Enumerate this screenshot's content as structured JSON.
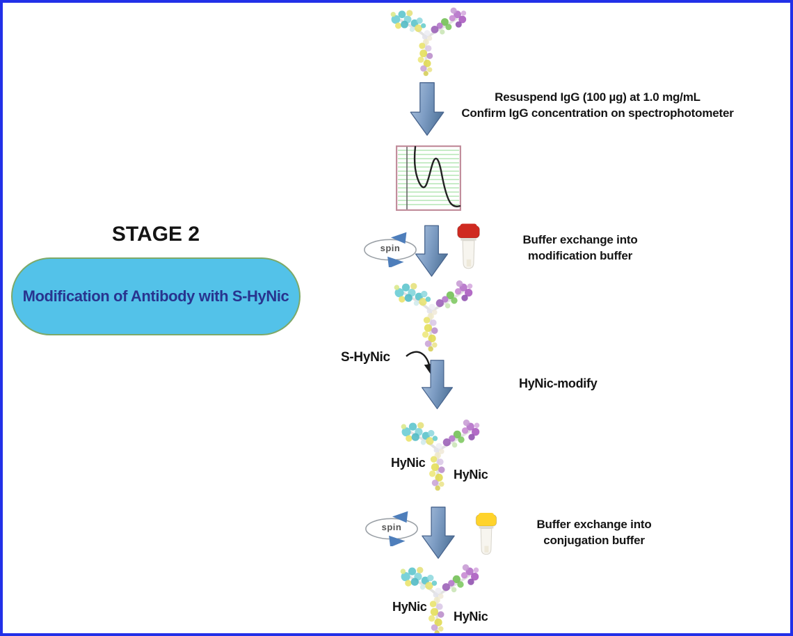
{
  "page": {
    "border_color": "#2230e8",
    "background": "#ffffff"
  },
  "stage": {
    "title": "STAGE 2",
    "banner_text": "Modification of Antibody with S-HyNic",
    "banner_fill": "#53C2E9",
    "banner_border_color": "#7DA968",
    "banner_text_color": "#28348F"
  },
  "flow": {
    "step1": {
      "line1": "Resuspend IgG (100 µg) at 1.0 mg/mL",
      "line2": "Confirm IgG concentration on spectrophotometer"
    },
    "step2": {
      "line1": "Buffer exchange into",
      "line2": "modification buffer"
    },
    "step3": {
      "reagent": "S-HyNic",
      "label": "HyNic-modify"
    },
    "step4": {
      "line1": "Buffer exchange into",
      "line2": "conjugation buffer"
    }
  },
  "labels": {
    "spin": "spin",
    "hynic": "HyNic"
  },
  "colors": {
    "arrow_fill_light": "#A9C0DC",
    "arrow_fill_dark": "#5C80AE",
    "arrow_stroke": "#49658E",
    "tube_cap_red": "#CF2A21",
    "tube_cap_yellow": "#FFD32B",
    "chart_border": "#C28E9C",
    "chart_gridline": "#8FD98F",
    "chart_curve": "#222222",
    "spin_arrow_color": "#4E7EBB"
  }
}
